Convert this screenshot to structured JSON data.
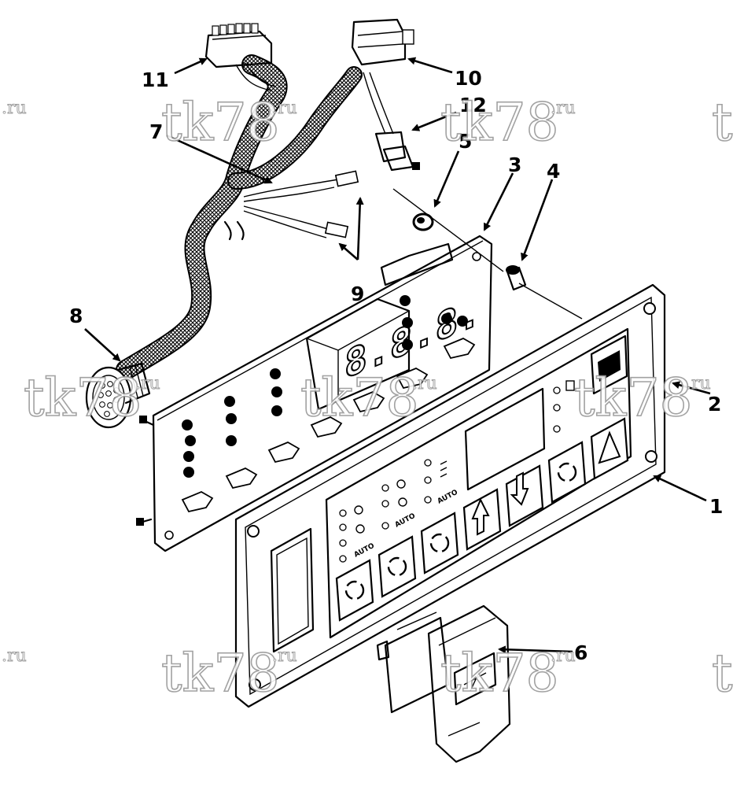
{
  "callouts": {
    "c1": "1",
    "c2": "2",
    "c3": "3",
    "c4": "4",
    "c5": "5",
    "c6": "6",
    "c7": "7",
    "c8": "8",
    "c9": "9",
    "c10": "10",
    "c11": "11",
    "c12": "12"
  },
  "watermark": {
    "main": "tk78",
    "sub": ".ru",
    "partial_left": ".ru",
    "partial_right": "t"
  },
  "panel_labels": {
    "auto1": "AUTO",
    "auto2": "AUTO",
    "auto3": "AUTO"
  },
  "display_digits": "8.8.8.",
  "icons": [
    "fan-icon",
    "snowflake-icon",
    "sun-icon",
    "up-arrow-icon",
    "down-arrow-icon",
    "cycle-arrows-icon",
    "warning-triangle-icon",
    "brand-logo-icon"
  ],
  "colors": {
    "ink": "#000000",
    "paper": "#ffffff",
    "watermark_stroke": "#999999"
  }
}
